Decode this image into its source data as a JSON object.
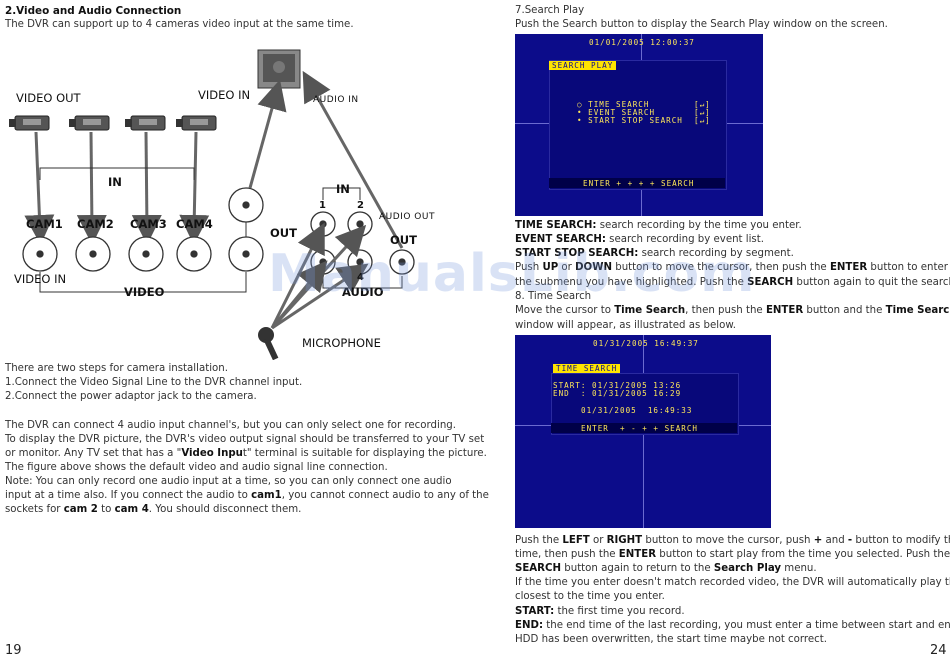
{
  "left": {
    "heading": "2.Video and Audio Connection",
    "intro": "The DVR can support up to 4 cameras video input at the same time.",
    "diagram": {
      "video_out": "VIDEO OUT",
      "video_in_top": "VIDEO IN",
      "audio_in_top": "AUDIO IN",
      "in_video": "IN",
      "cams": [
        "CAM1",
        "CAM2",
        "CAM3",
        "CAM4"
      ],
      "out_video": "OUT",
      "video_in_bottom": "VIDEO IN",
      "video_bar": "VIDEO",
      "in_audio": "IN",
      "audio_nums": [
        "1",
        "2",
        "4"
      ],
      "audio_out": "AUDIO OUT",
      "out_audio": "OUT",
      "audio_bar": "AUDIO",
      "microphone": "MICROPHONE"
    },
    "steps_intro": "There are two steps for camera installation.",
    "step1": "1.Connect the Video Signal Line to the DVR channel input.",
    "step2": "2.Connect the power adaptor jack to the camera.",
    "p1": "The DVR can connect 4 audio input channel's, but you can only select one for recording.",
    "p2": "To display the DVR picture, the DVR's video output signal should be transferred to your TV set",
    "p3a": "or monitor. Any TV set that has a \"",
    "p3b": "Video Inpu",
    "p3c": "t\" terminal is suitable for displaying the picture.",
    "p4": "The figure above shows the default video and audio signal line connection.",
    "p5": "Note: You can only record one audio input at a time, so you can only connect one audio",
    "p6a": "input at a time also. If you connect the audio to ",
    "p6b": "cam1",
    "p6c": ", you cannot connect audio to any of the",
    "p7a": "sockets for ",
    "p7b": "cam 2",
    "p7c": " to ",
    "p7d": "cam 4",
    "p7e": ". You should disconnect them.",
    "page_number": "19"
  },
  "right": {
    "heading": "7.Search Play",
    "intro": "Push the Search button to display the Search Play window on the screen.",
    "screen1": {
      "datetime": "01/01/2005 12:00:37",
      "title": "SEARCH PLAY",
      "items": [
        "TIME SEARCH        [↵]",
        "EVENT SEARCH       [↵]",
        "START STOP SEARCH  [↵]"
      ],
      "footer": "ENTER + + + + SEARCH"
    },
    "ts_label": "TIME SEARCH:",
    "ts_text": " search recording by the time you enter.",
    "es_label": "EVENT SEARCH:",
    "es_text": " search recording by event list.",
    "ss_label": "START STOP SEARCH:",
    "ss_text": " search recording by segment.",
    "l4a": "Push ",
    "l4b": "UP",
    "l4c": " or ",
    "l4d": "DOWN",
    "l4e": " button to move the cursor, then push the ",
    "l4f": "ENTER",
    "l4g": " button to enter",
    "l5a": "the submenu you have highlighted. Push the ",
    "l5b": "SEARCH",
    "l5c": " button again to quit the search menu.",
    "heading2": "8. Time Search",
    "l6a": "Move the cursor to ",
    "l6b": "Time Search",
    "l6c": ", then push the ",
    "l6d": "ENTER",
    "l6e": " button and the ",
    "l6f": "Time Search",
    "l7": "window will appear, as illustrated as below.",
    "screen2": {
      "datetime": "01/31/2005 16:49:37",
      "title": "TIME SEARCH",
      "start": "START: 01/31/2005 13:26",
      "end": "END  : 01/31/2005 16:29",
      "current": "01/31/2005  16:49:33",
      "footer": "ENTER  + - + + SEARCH"
    },
    "b1a": "Push the ",
    "b1b": "LEFT",
    "b1c": " or ",
    "b1d": "RIGHT",
    "b1e": " button to move the cursor, push ",
    "b1f": "+",
    "b1g": " and ",
    "b1h": "-",
    "b1i": " button to modify the",
    "b2a": "time, then push the ",
    "b2b": "ENTER",
    "b2c": " button to start play from the time you selected. Push the",
    "b3a": "SEARCH",
    "b3b": " button again to return to the ",
    "b3c": "Search Play",
    "b3d": " menu.",
    "b4": "If the time you enter doesn't match recorded video, the DVR will automatically play the video",
    "b5": "closest to the time you enter.",
    "start_label": "START:",
    "start_text": " the first time you record.",
    "end_label": "END:",
    "end_text": " the end time of the last recording, you must enter a time between start and end. If the",
    "b8": "HDD has been overwritten, the start time maybe not correct.",
    "page_number": "24"
  },
  "watermark": "ManualsLib.com"
}
